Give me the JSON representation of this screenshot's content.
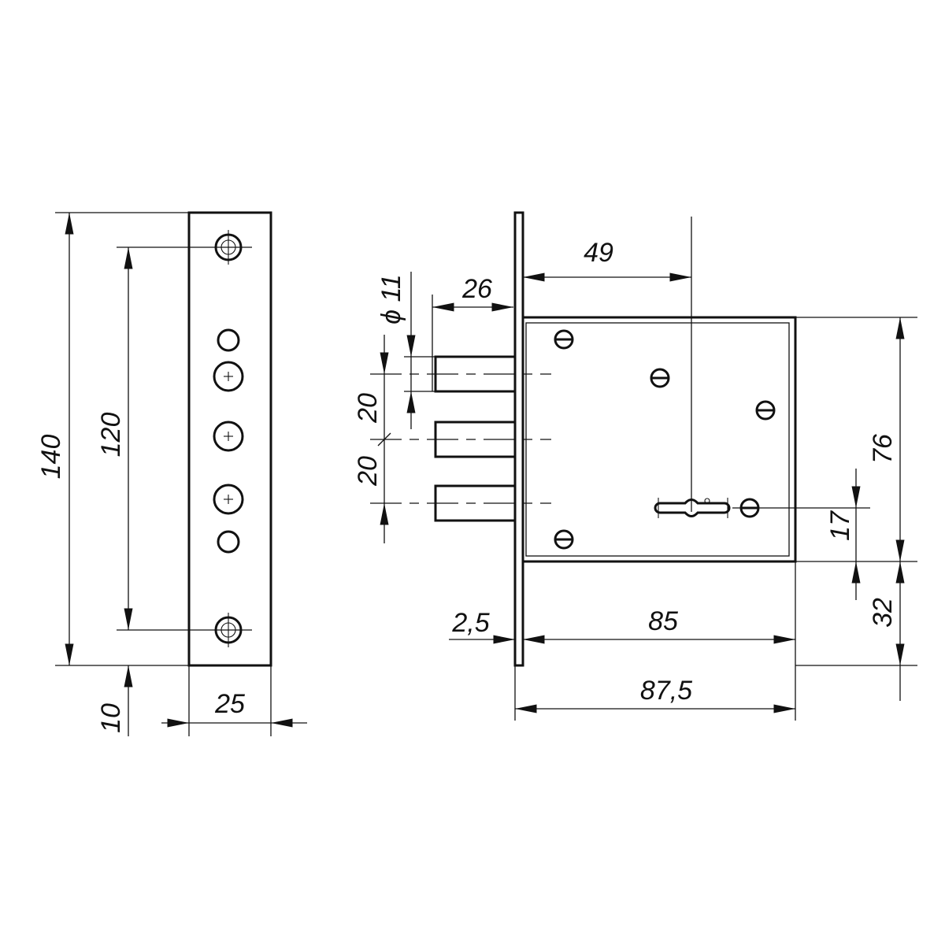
{
  "strike_plate": {
    "dims": {
      "height_total": "140",
      "hole_spacing": "120",
      "bottom_offset": "10",
      "width": "25"
    }
  },
  "lock_body": {
    "dims": {
      "backset": "49",
      "bolt_throw": "26",
      "bolt_diameter": "ϕ 11",
      "bolt_spacing_upper": "20",
      "bolt_spacing_lower": "20",
      "case_height": "76",
      "keyhole_offset": "17",
      "case_bottom_offset": "32",
      "faceplate_thickness": "2,5",
      "case_depth": "85",
      "total_depth": "87,5"
    }
  }
}
